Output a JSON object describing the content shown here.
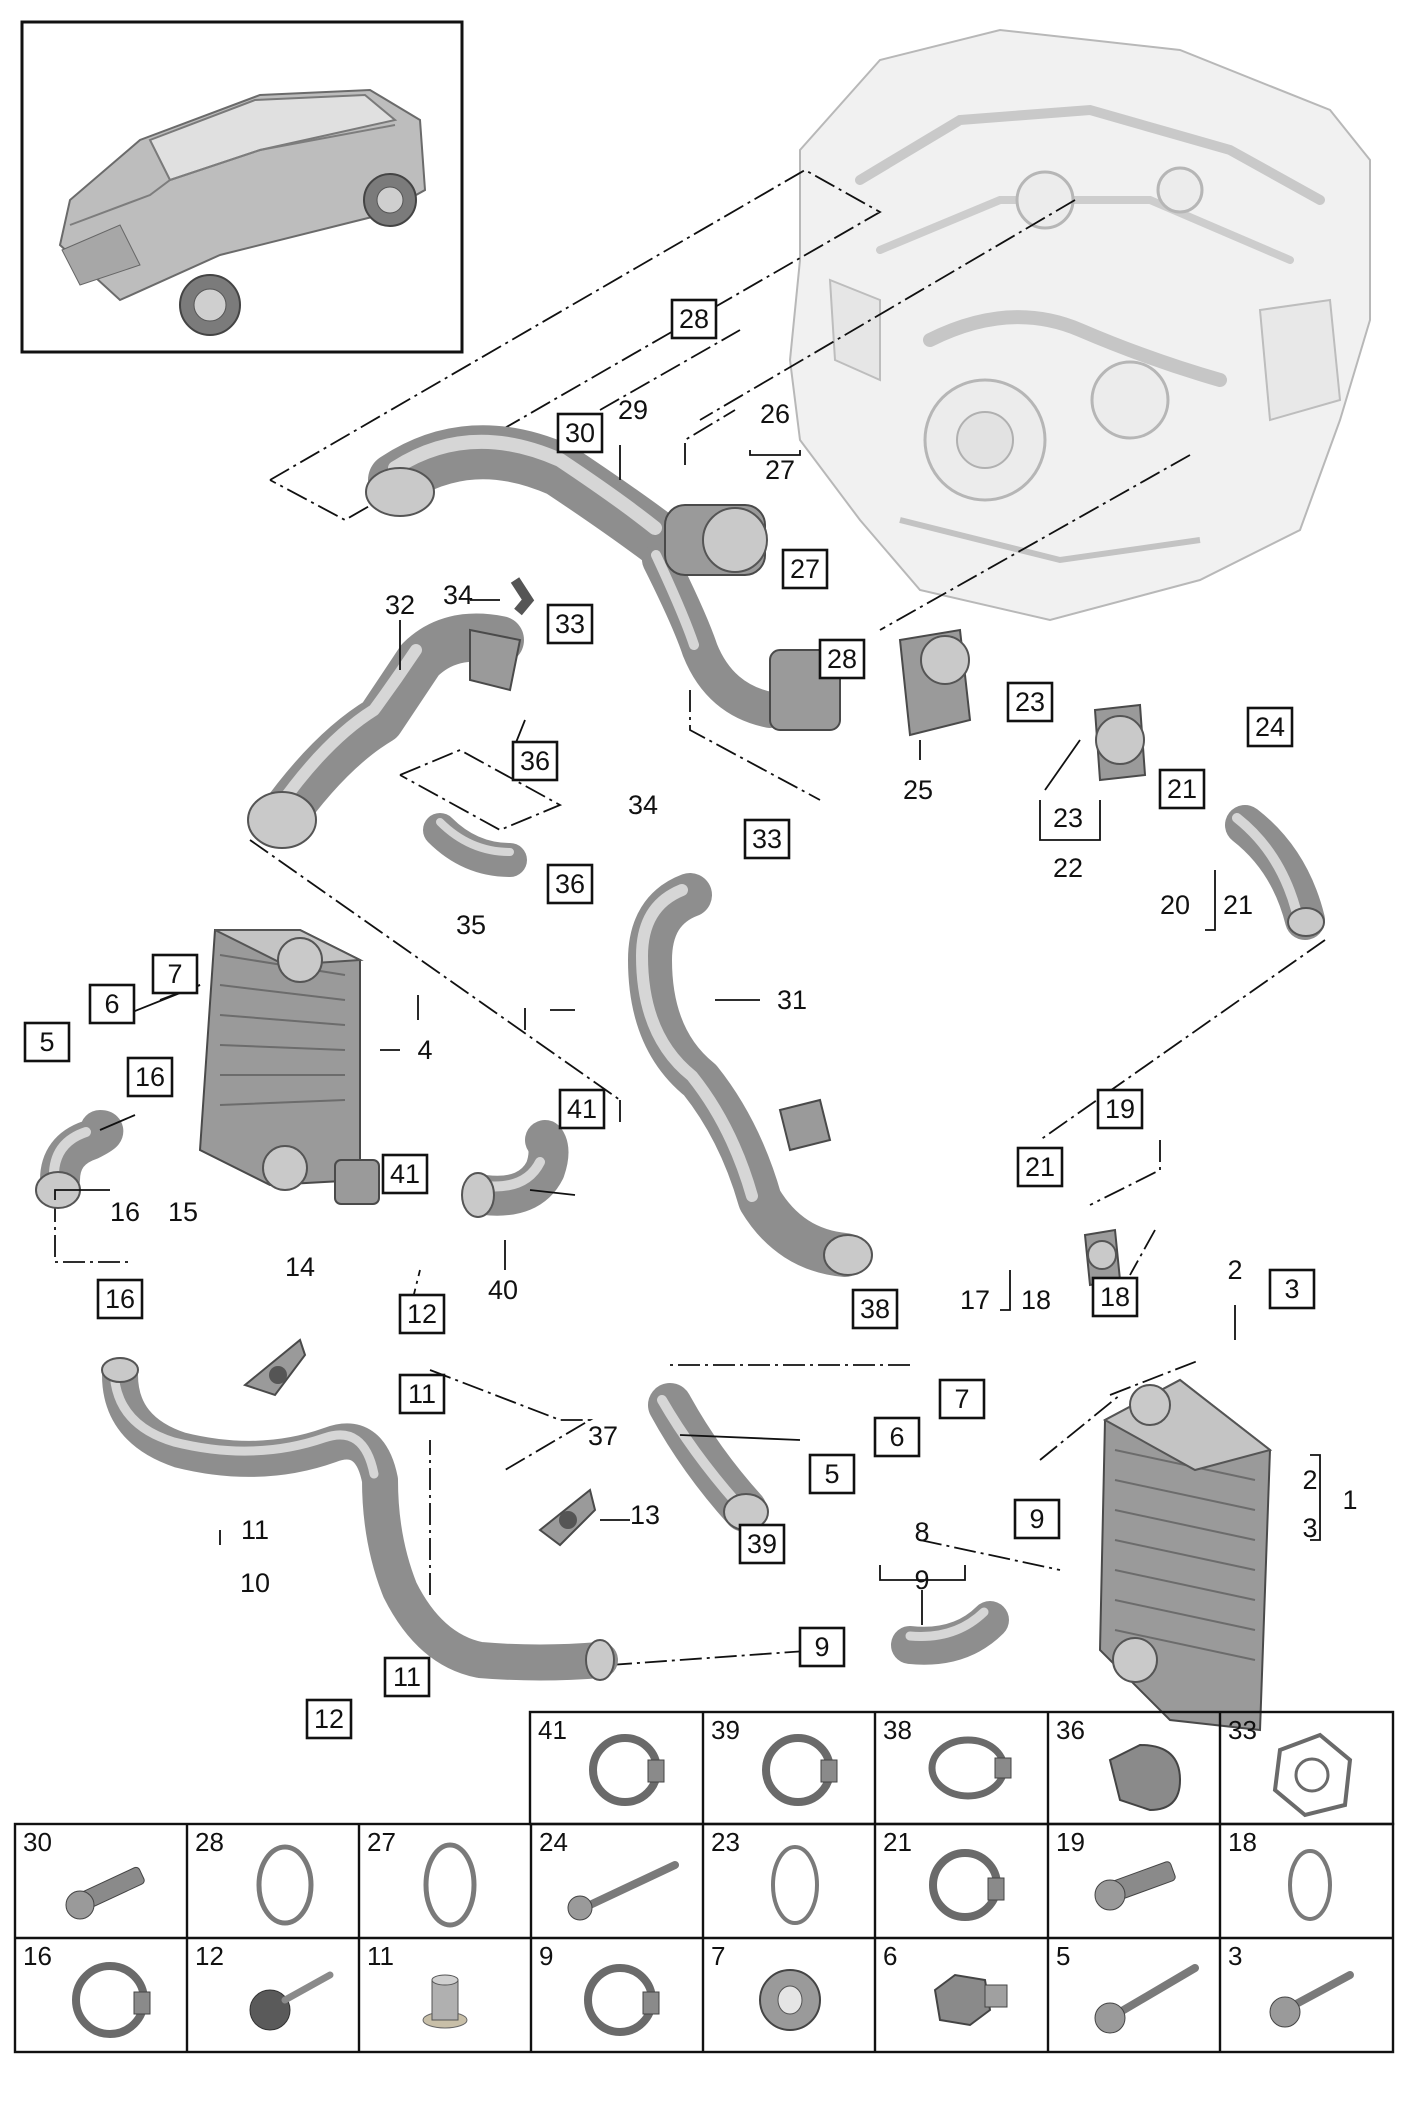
{
  "callouts_boxed": [
    {
      "id": "c28a",
      "text": "28"
    },
    {
      "id": "c30",
      "text": "30"
    },
    {
      "id": "c27",
      "text": "27"
    },
    {
      "id": "c28b",
      "text": "28"
    },
    {
      "id": "c33a",
      "text": "33"
    },
    {
      "id": "c36a",
      "text": "36"
    },
    {
      "id": "c23",
      "text": "23"
    },
    {
      "id": "c24",
      "text": "24"
    },
    {
      "id": "c21a",
      "text": "21"
    },
    {
      "id": "c33b",
      "text": "33"
    },
    {
      "id": "c36b",
      "text": "36"
    },
    {
      "id": "c7a",
      "text": "7"
    },
    {
      "id": "c6a",
      "text": "6"
    },
    {
      "id": "c5a",
      "text": "5"
    },
    {
      "id": "c16a",
      "text": "16"
    },
    {
      "id": "c41a",
      "text": "41"
    },
    {
      "id": "c41b",
      "text": "41"
    },
    {
      "id": "c19",
      "text": "19"
    },
    {
      "id": "c21b",
      "text": "21"
    },
    {
      "id": "c16b",
      "text": "16"
    },
    {
      "id": "c12a",
      "text": "12"
    },
    {
      "id": "c11a",
      "text": "11"
    },
    {
      "id": "c38",
      "text": "38"
    },
    {
      "id": "c18",
      "text": "18"
    },
    {
      "id": "c3",
      "text": "3"
    },
    {
      "id": "c7b",
      "text": "7"
    },
    {
      "id": "c6b",
      "text": "6"
    },
    {
      "id": "c5b",
      "text": "5"
    },
    {
      "id": "c9a",
      "text": "9"
    },
    {
      "id": "c39",
      "text": "39"
    },
    {
      "id": "c9b",
      "text": "9"
    },
    {
      "id": "c11b",
      "text": "11"
    },
    {
      "id": "c12b",
      "text": "12"
    }
  ],
  "labels_plain": [
    {
      "id": "l29",
      "text": "29"
    },
    {
      "id": "l26",
      "text": "26"
    },
    {
      "id": "l27",
      "text": "27"
    },
    {
      "id": "l34a",
      "text": "34"
    },
    {
      "id": "l32",
      "text": "32"
    },
    {
      "id": "l25",
      "text": "25"
    },
    {
      "id": "l23",
      "text": "23"
    },
    {
      "id": "l22",
      "text": "22"
    },
    {
      "id": "l20",
      "text": "20"
    },
    {
      "id": "l21",
      "text": "21"
    },
    {
      "id": "l34b",
      "text": "34"
    },
    {
      "id": "l35",
      "text": "35"
    },
    {
      "id": "l31",
      "text": "31"
    },
    {
      "id": "l4",
      "text": "4"
    },
    {
      "id": "l16",
      "text": "16"
    },
    {
      "id": "l15",
      "text": "15"
    },
    {
      "id": "l40",
      "text": "40"
    },
    {
      "id": "l14",
      "text": "14"
    },
    {
      "id": "l17",
      "text": "17"
    },
    {
      "id": "l18",
      "text": "18"
    },
    {
      "id": "l2a",
      "text": "2"
    },
    {
      "id": "l37",
      "text": "37"
    },
    {
      "id": "l13",
      "text": "13"
    },
    {
      "id": "l8",
      "text": "8"
    },
    {
      "id": "l9",
      "text": "9"
    },
    {
      "id": "l2b",
      "text": "2"
    },
    {
      "id": "l1",
      "text": "1"
    },
    {
      "id": "l3",
      "text": "3"
    },
    {
      "id": "l11",
      "text": "11"
    },
    {
      "id": "l10",
      "text": "10"
    }
  ],
  "parts_table": {
    "row1": [
      "41",
      "39",
      "38",
      "36",
      "33"
    ],
    "row2": [
      "30",
      "28",
      "27",
      "24",
      "23",
      "21",
      "19",
      "18"
    ],
    "row3": [
      "16",
      "12",
      "11",
      "9",
      "7",
      "6",
      "5",
      "3"
    ]
  },
  "icons": [
    "hose-clamp-icon",
    "o-ring-icon",
    "bolt-icon",
    "gasket-icon",
    "clip-icon",
    "screw-icon",
    "nut-icon",
    "grommet-icon",
    "spacer-icon"
  ]
}
